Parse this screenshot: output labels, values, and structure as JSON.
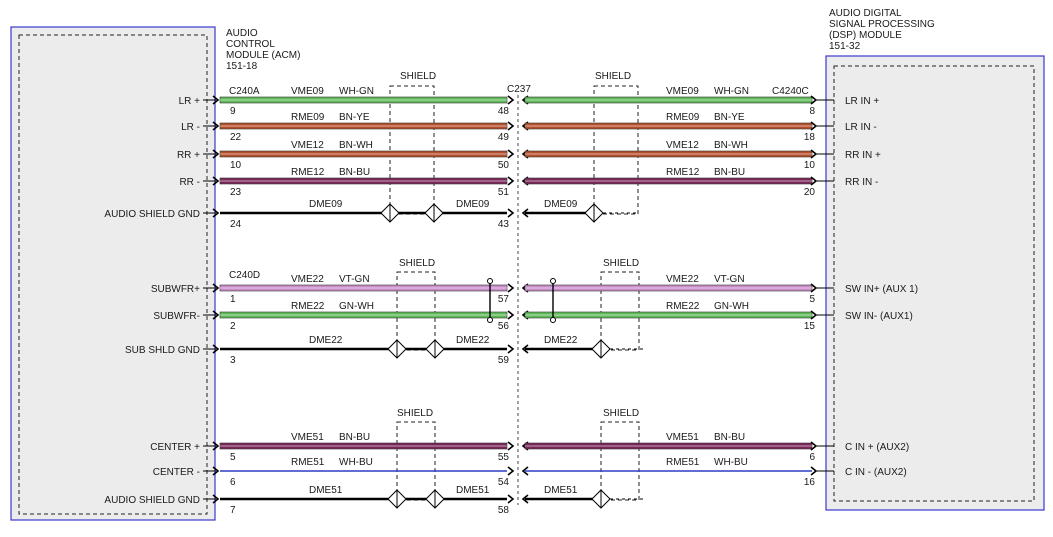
{
  "acm": {
    "title_lines": [
      "AUDIO",
      "CONTROL",
      "MODULE (ACM)",
      "151-18"
    ]
  },
  "dsp": {
    "title_lines": [
      "AUDIO DIGITAL",
      "SIGNAL PROCESSING",
      "(DSP) MODULE",
      "151-32"
    ]
  },
  "connectors": {
    "acm_a": "C240A",
    "acm_d": "C240D",
    "inline": "C237",
    "dsp": "C4240C"
  },
  "shield_label": "SHIELD",
  "colors": {
    "wh_gn": "#5fb85a",
    "bn_ye": "#b5502e",
    "bn_wh": "#b5502e",
    "bn_bu": "#7a2858",
    "vt_gn": "#c98cc9",
    "gn_wh": "#5fb85a",
    "wh_bu": "#2b3fc4",
    "black": "#000000",
    "module_border": "#3a3ad0",
    "module_fill": "#ececec"
  },
  "rows": [
    {
      "left_label": "LR +",
      "right_label": "LR IN +",
      "circuit": "VME09",
      "color": "WH-GN",
      "pin_acm": "9",
      "pin_inline": "48",
      "pin_dsp": "8"
    },
    {
      "left_label": "LR -",
      "right_label": "LR IN -",
      "circuit": "RME09",
      "color": "BN-YE",
      "pin_acm": "22",
      "pin_inline": "49",
      "pin_dsp": "18"
    },
    {
      "left_label": "RR +",
      "right_label": "RR IN +",
      "circuit": "VME12",
      "color": "BN-WH",
      "pin_acm": "10",
      "pin_inline": "50",
      "pin_dsp": "10"
    },
    {
      "left_label": "RR -",
      "right_label": "RR IN -",
      "circuit": "RME12",
      "color": "BN-BU",
      "pin_acm": "23",
      "pin_inline": "51",
      "pin_dsp": "20"
    },
    {
      "left_label": "AUDIO SHIELD GND",
      "circuit": "DME09",
      "pin_acm": "24",
      "pin_inline": "43"
    },
    {
      "left_label": "SUBWFR+",
      "right_label": "SW IN+ (AUX 1)",
      "circuit": "VME22",
      "color": "VT-GN",
      "pin_acm": "1",
      "pin_inline": "57",
      "pin_dsp": "5"
    },
    {
      "left_label": "SUBWFR-",
      "right_label": "SW IN- (AUX1)",
      "circuit": "RME22",
      "color": "GN-WH",
      "pin_acm": "2",
      "pin_inline": "56",
      "pin_dsp": "15"
    },
    {
      "left_label": "SUB SHLD GND",
      "circuit": "DME22",
      "pin_acm": "3",
      "pin_inline": "59"
    },
    {
      "left_label": "CENTER +",
      "right_label": "C IN + (AUX2)",
      "circuit": "VME51",
      "color": "BN-BU",
      "pin_acm": "5",
      "pin_inline": "55",
      "pin_dsp": "6"
    },
    {
      "left_label": "CENTER -",
      "right_label": "C IN - (AUX2)",
      "circuit": "RME51",
      "color": "WH-BU",
      "pin_acm": "6",
      "pin_inline": "54",
      "pin_dsp": "16"
    },
    {
      "left_label": "AUDIO SHIELD GND",
      "circuit": "DME51",
      "pin_acm": "7",
      "pin_inline": "58"
    }
  ]
}
